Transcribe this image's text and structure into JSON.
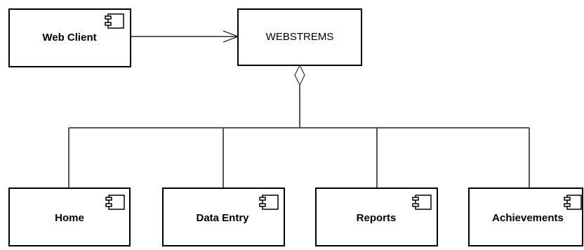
{
  "diagram": {
    "client": {
      "label": "Web Client",
      "icon": "component-icon"
    },
    "system": {
      "label": "WEBSTREMS"
    },
    "modules": [
      {
        "label": "Home",
        "icon": "component-icon"
      },
      {
        "label": "Data Entry",
        "icon": "component-icon"
      },
      {
        "label": "Reports",
        "icon": "component-icon"
      },
      {
        "label": "Achievements",
        "icon": "component-icon"
      }
    ]
  }
}
